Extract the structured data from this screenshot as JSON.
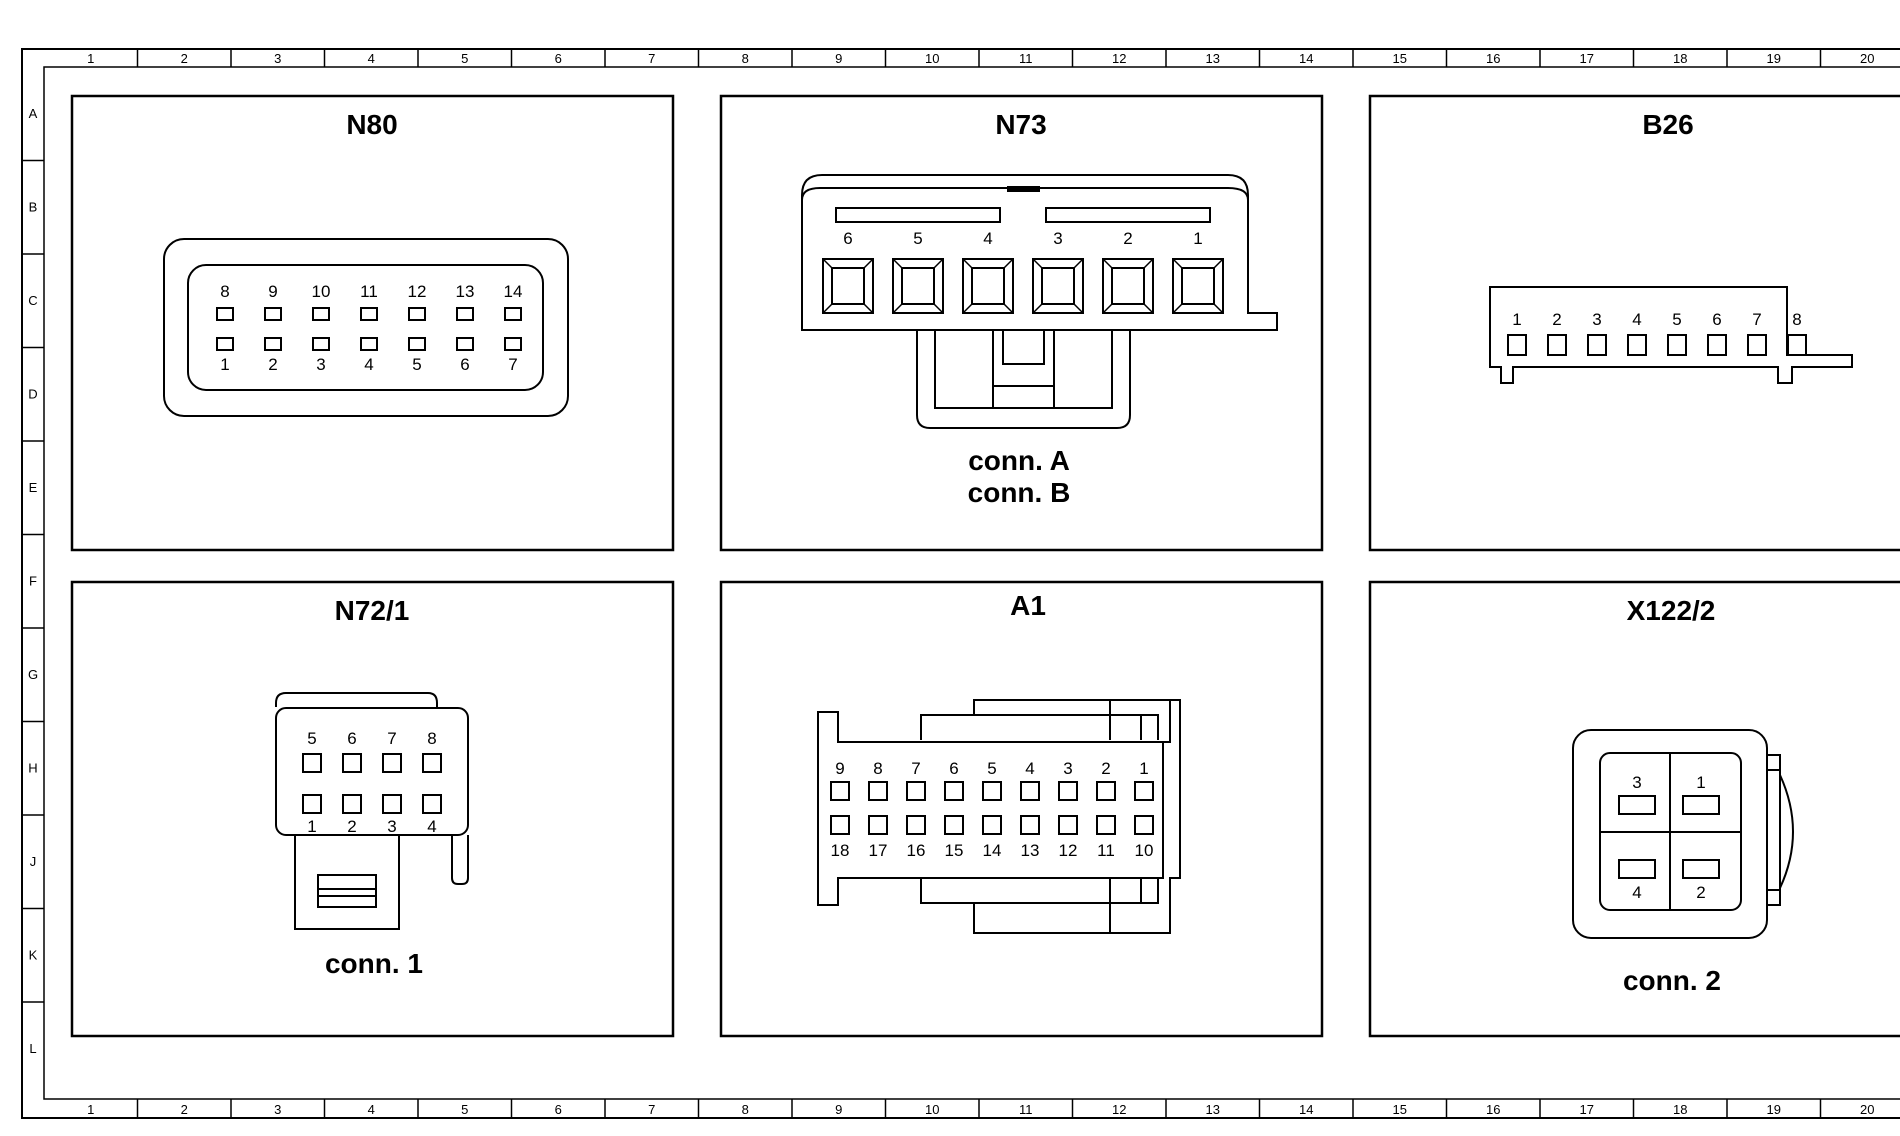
{
  "frame": {
    "columns": [
      "1",
      "2",
      "3",
      "4",
      "5",
      "6",
      "7",
      "8",
      "9",
      "10",
      "11",
      "12",
      "13",
      "14",
      "15",
      "16",
      "17",
      "18",
      "19",
      "20"
    ],
    "rows": [
      "A",
      "B",
      "C",
      "D",
      "E",
      "F",
      "G",
      "H",
      "J",
      "K",
      "L"
    ]
  },
  "panels": {
    "n80": {
      "title": "N80",
      "pins_top": [
        "8",
        "9",
        "10",
        "11",
        "12",
        "13",
        "14"
      ],
      "pins_bottom": [
        "1",
        "2",
        "3",
        "4",
        "5",
        "6",
        "7"
      ]
    },
    "n73": {
      "title": "N73",
      "pins": [
        "6",
        "5",
        "4",
        "3",
        "2",
        "1"
      ],
      "conn_a": "conn. A",
      "conn_b": "conn. B"
    },
    "b26": {
      "title": "B26",
      "pins": [
        "1",
        "2",
        "3",
        "4",
        "5",
        "6",
        "7",
        "8"
      ]
    },
    "n72_1": {
      "title": "N72/1",
      "pins_top": [
        "5",
        "6",
        "7",
        "8"
      ],
      "pins_bottom": [
        "1",
        "2",
        "3",
        "4"
      ],
      "conn": "conn. 1"
    },
    "a1": {
      "title": "A1",
      "pins_top": [
        "9",
        "8",
        "7",
        "6",
        "5",
        "4",
        "3",
        "2",
        "1"
      ],
      "pins_bottom": [
        "18",
        "17",
        "16",
        "15",
        "14",
        "13",
        "12",
        "11",
        "10"
      ]
    },
    "x122_2": {
      "title": "X122/2",
      "pins": [
        "3",
        "1",
        "4",
        "2"
      ],
      "conn": "conn. 2"
    }
  }
}
